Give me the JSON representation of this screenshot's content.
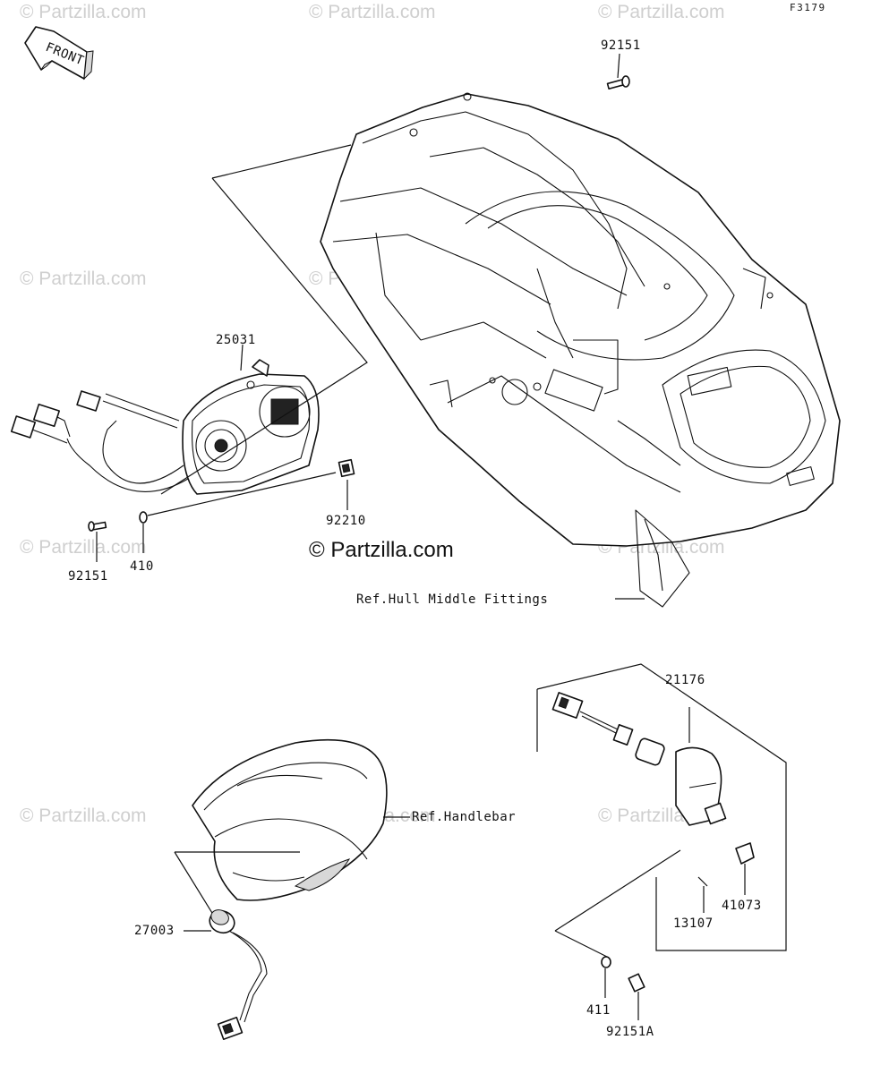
{
  "figure_code": "F3179",
  "front_label": "FRONT",
  "watermark": "© Partzilla.com",
  "parts": [
    {
      "number": "92151",
      "name": "part-92151-top"
    },
    {
      "number": "25031",
      "name": "part-25031"
    },
    {
      "number": "92210",
      "name": "part-92210"
    },
    {
      "number": "92151",
      "name": "part-92151-left"
    },
    {
      "number": "410",
      "name": "part-410"
    },
    {
      "number": "21176",
      "name": "part-21176"
    },
    {
      "number": "27003",
      "name": "part-27003"
    },
    {
      "number": "41073",
      "name": "part-41073"
    },
    {
      "number": "13107",
      "name": "part-13107"
    },
    {
      "number": "411",
      "name": "part-411"
    },
    {
      "number": "92151A",
      "name": "part-92151A"
    }
  ],
  "references": {
    "hull_middle": "Ref.Hull Middle Fittings",
    "handlebar": "Ref.Handlebar"
  }
}
